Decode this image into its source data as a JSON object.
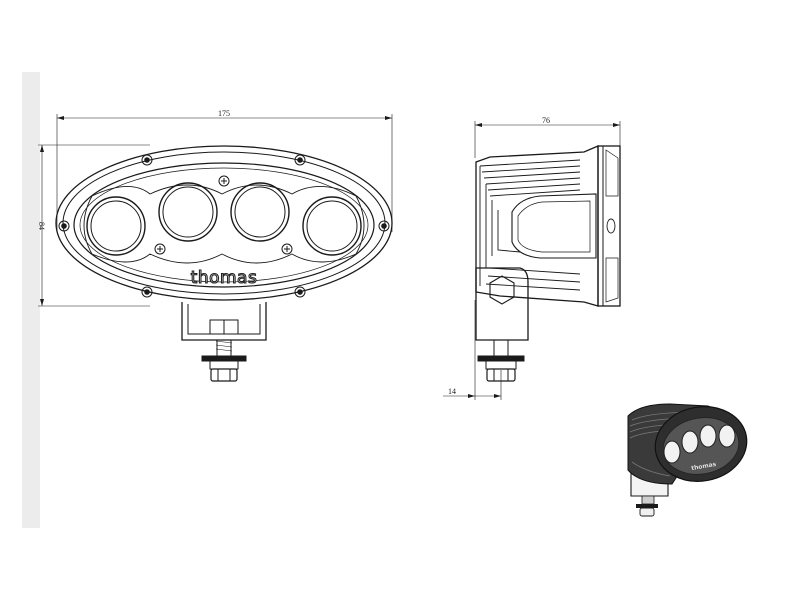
{
  "drawing": {
    "front_view": {
      "width_dimension": "175",
      "height_dimension": "84",
      "logo": "thomas"
    },
    "side_view": {
      "depth_dimension": "76",
      "offset_dimension": "14"
    },
    "iso_view": {
      "logo": "thomas"
    }
  },
  "colors": {
    "line": "#1a1a1a",
    "margin_strip": "#ececec",
    "housing_dark": "#2e2e2e"
  }
}
